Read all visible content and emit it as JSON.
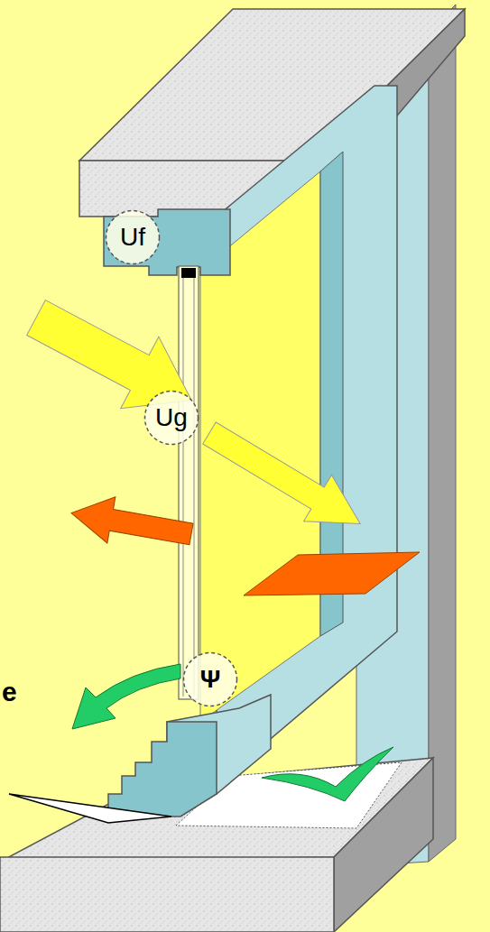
{
  "diagram": {
    "nodes": [
      {
        "text": [
          "Uf"
        ]
      },
      {
        "text": [
          "Ug"
        ]
      },
      {
        "text": [
          "Ψ"
        ]
      }
    ],
    "labels": [
      "e"
    ]
  }
}
